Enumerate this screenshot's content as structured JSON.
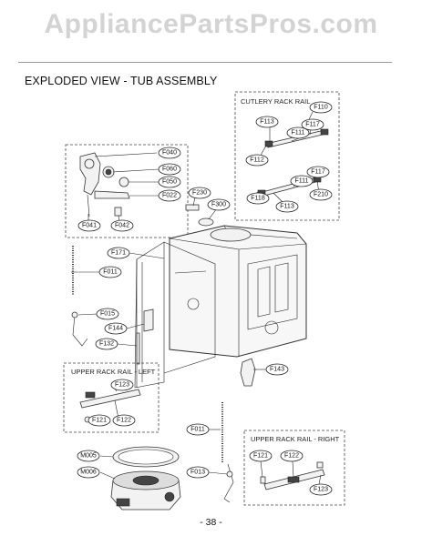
{
  "watermark": "AppliancePartsPros.com",
  "section_title": "EXPLODED VIEW - TUB ASSEMBLY",
  "page_number": "- 38 -",
  "boxes": {
    "cutlery_rack_rail": "CUTLERY RACK RAIL",
    "upper_rack_rail_left": "UPPER RACK RAIL - LEFT",
    "upper_rack_rail_right": "UPPER RACK RAIL - RIGHT"
  },
  "labels": {
    "F110": "F110",
    "F113a": "F113",
    "F117a": "F117",
    "F111a": "F111",
    "F112": "F112",
    "F117b": "F117",
    "F111b": "F111",
    "F118": "F118",
    "F210": "F210",
    "F113b": "F113",
    "F040": "F040",
    "F060": "F060",
    "F050": "F050",
    "F022": "F022",
    "F041": "F041",
    "F042": "F042",
    "F230": "F230",
    "F300": "F300",
    "F171": "F171",
    "F011a": "F011",
    "F015": "F015",
    "F144": "F144",
    "F132": "F132",
    "F143": "F143",
    "F123a": "F123",
    "F121a": "F121",
    "F122a": "F122",
    "F011b": "F011",
    "M005": "M005",
    "M006": "M006",
    "F013": "F013",
    "F121b": "F121",
    "F122b": "F122",
    "F123b": "F123"
  }
}
